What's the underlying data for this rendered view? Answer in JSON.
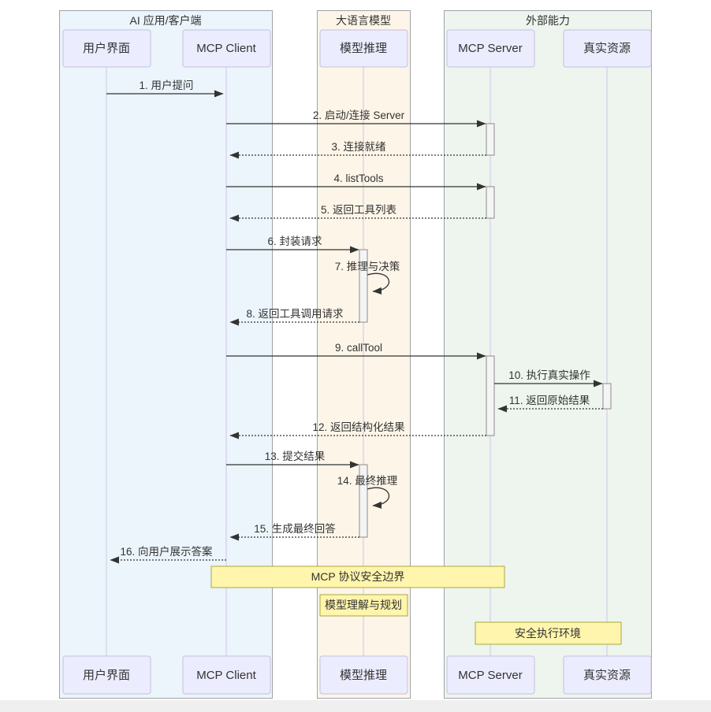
{
  "colors": {
    "canvas": "#ffffff",
    "group1_fill": "#ebf5fb",
    "group2_fill": "#fdf5e8",
    "group3_fill": "#edf5ee",
    "group_border": "#9fa3a8",
    "actor_fill": "#ececff",
    "actor_border": "#c5c0de",
    "note_fill": "#fff5ad",
    "note_border": "#a9a93c",
    "activation_fill": "#f4f4f4",
    "activation_border": "#8c8c8c",
    "lifeline": "#d5cde8",
    "arrow": "#333333",
    "text": "#333333",
    "footer_strip": "#efeff0"
  },
  "groups": [
    {
      "label": "AI 应用/客户端"
    },
    {
      "label": "大语言模型"
    },
    {
      "label": "外部能力"
    }
  ],
  "participants": [
    {
      "label": "用户界面"
    },
    {
      "label": "MCP Client"
    },
    {
      "label": "模型推理"
    },
    {
      "label": "MCP Server"
    },
    {
      "label": "真实资源"
    }
  ],
  "messages": [
    {
      "label": "1. 用户提问",
      "from": "用户界面",
      "to": "MCP Client",
      "line": "solid"
    },
    {
      "label": "2. 启动/连接 Server",
      "from": "MCP Client",
      "to": "MCP Server",
      "line": "solid"
    },
    {
      "label": "3. 连接就绪",
      "from": "MCP Server",
      "to": "MCP Client",
      "line": "dotted"
    },
    {
      "label": "4. listTools",
      "from": "MCP Client",
      "to": "MCP Server",
      "line": "solid"
    },
    {
      "label": "5. 返回工具列表",
      "from": "MCP Server",
      "to": "MCP Client",
      "line": "dotted"
    },
    {
      "label": "6. 封装请求",
      "from": "MCP Client",
      "to": "模型推理",
      "line": "solid"
    },
    {
      "label": "7. 推理与决策",
      "from": "模型推理",
      "to": "模型推理",
      "line": "self"
    },
    {
      "label": "8. 返回工具调用请求",
      "from": "模型推理",
      "to": "MCP Client",
      "line": "dotted"
    },
    {
      "label": "9. callTool",
      "from": "MCP Client",
      "to": "MCP Server",
      "line": "solid"
    },
    {
      "label": "10. 执行真实操作",
      "from": "MCP Server",
      "to": "真实资源",
      "line": "solid"
    },
    {
      "label": "11. 返回原始结果",
      "from": "真实资源",
      "to": "MCP Server",
      "line": "dotted"
    },
    {
      "label": "12. 返回结构化结果",
      "from": "MCP Server",
      "to": "MCP Client",
      "line": "dotted"
    },
    {
      "label": "13. 提交结果",
      "from": "MCP Client",
      "to": "模型推理",
      "line": "solid"
    },
    {
      "label": "14. 最终推理",
      "from": "模型推理",
      "to": "模型推理",
      "line": "self"
    },
    {
      "label": "15. 生成最终回答",
      "from": "模型推理",
      "to": "MCP Client",
      "line": "dotted"
    },
    {
      "label": "16. 向用户展示答案",
      "from": "MCP Client",
      "to": "用户界面",
      "line": "dotted"
    }
  ],
  "notes": [
    {
      "label": "MCP 协议安全边界",
      "over": "MCP Client, MCP Server"
    },
    {
      "label": "模型理解与规划",
      "over": "模型推理"
    },
    {
      "label": "安全执行环境",
      "over": "MCP Server, 真实资源"
    }
  ]
}
